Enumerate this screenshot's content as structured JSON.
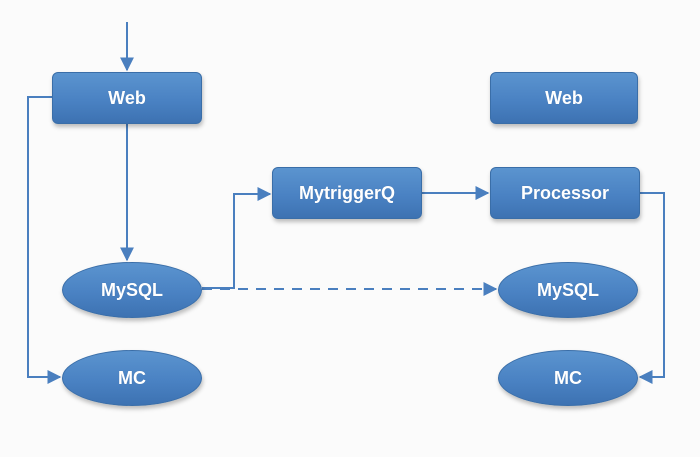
{
  "nodes": {
    "web_left": "Web",
    "web_right": "Web",
    "mytriggerq": "MytriggerQ",
    "processor": "Processor",
    "mysql_left": "MySQL",
    "mysql_right": "MySQL",
    "mc_left": "MC",
    "mc_right": "MC"
  },
  "colors": {
    "node_fill": "#4a82c3",
    "node_border": "#3a6ea8",
    "edge": "#4a7fbf",
    "text": "#ffffff"
  }
}
